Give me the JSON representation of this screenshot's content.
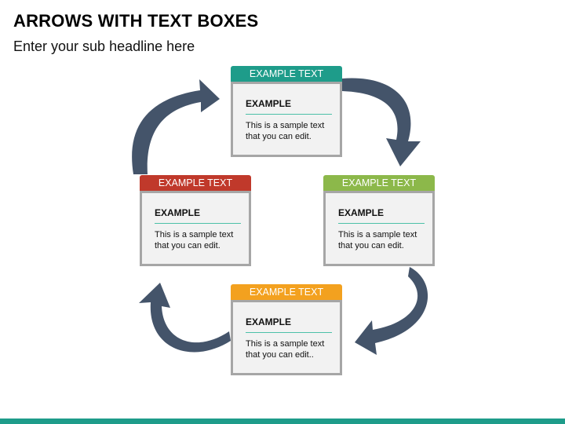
{
  "title": "ARROWS WITH TEXT BOXES",
  "subtitle": "Enter your sub headline here",
  "colors": {
    "arrow": "#44546a",
    "top": "#1e9c8a",
    "left": "#c0392b",
    "right": "#8cb84a",
    "bottom": "#f3a11f",
    "box_border": "#a6a6a6",
    "box_fill": "#f2f2f2",
    "rule": "#4cc0a8",
    "footer": "#1e9c8a"
  },
  "cards": [
    {
      "id": "top",
      "header": "EXAMPLE TEXT",
      "heading": "EXAMPLE",
      "line1": "This is a sample text",
      "line2": "that you can edit."
    },
    {
      "id": "left",
      "header": "EXAMPLE TEXT",
      "heading": "EXAMPLE",
      "line1": "This is a sample text",
      "line2": "that you can edit."
    },
    {
      "id": "right",
      "header": "EXAMPLE TEXT",
      "heading": "EXAMPLE",
      "line1": "This is a sample text",
      "line2": "that you can edit."
    },
    {
      "id": "bottom",
      "header": "EXAMPLE TEXT",
      "heading": "EXAMPLE",
      "line1": "This is a sample text",
      "line2": "that you can edit.."
    }
  ]
}
